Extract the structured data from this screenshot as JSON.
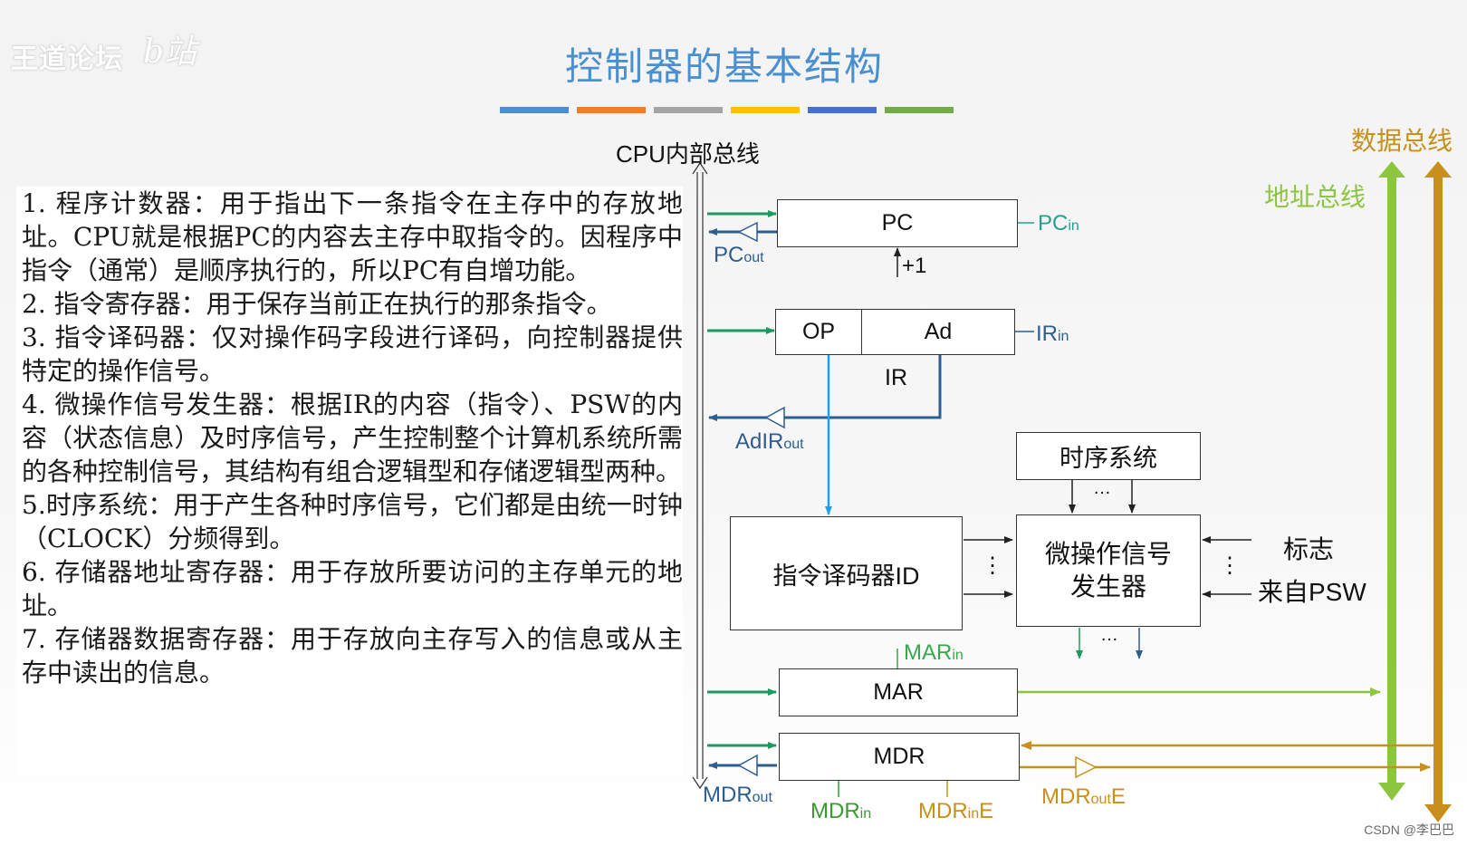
{
  "logo": {
    "brand": "王道论坛",
    "scribble": "b站"
  },
  "title": "控制器的基本结构",
  "title_bars": [
    "#4a8fd0",
    "#ed7d31",
    "#a5a5a5",
    "#ffc000",
    "#4472c4",
    "#70ad47"
  ],
  "description": [
    "1. 程序计数器：用于指出下一条指令在主存中的存放地址。CPU就是根据PC的内容去主存中取指令的。因程序中指令（通常）是顺序执行的，所以PC有自增功能。",
    "2. 指令寄存器：用于保存当前正在执行的那条指令。",
    "3. 指令译码器：仅对操作码字段进行译码，向控制器提供特定的操作信号。",
    "4. 微操作信号发生器：根据IR的内容（指令）、PSW的内容（状态信息）及时序信号，产生控制整个计算机系统所需的各种控制信号，其结构有组合逻辑型和存储逻辑型两种。",
    "5.时序系统：用于产生各种时序信号，它们都是由统一时钟（CLOCK）分频得到。",
    "6. 存储器地址寄存器：用于存放所要访问的主存单元的地址。",
    "7. 存储器数据寄存器：用于存放向主存写入的信息或从主存中读出的信息。"
  ],
  "diagram": {
    "cpu_bus": "CPU内部总线",
    "data_bus": "数据总线",
    "addr_bus": "地址总线",
    "pc": "PC",
    "pc_in": "PC",
    "pc_in_sub": "in",
    "pc_out": "PC",
    "pc_out_sub": "out",
    "plus_one": "+1",
    "op": "OP",
    "ad": "Ad",
    "ir": "IR",
    "ir_in": "IR",
    "ir_in_sub": "in",
    "ad_ir_out": "AdIR",
    "ad_ir_out_sub": "out",
    "timing": "时序系统",
    "decoder": "指令译码器ID",
    "micro_gen_1": "微操作信号",
    "micro_gen_2": "发生器",
    "flag_1": "标志",
    "flag_2": "来自PSW",
    "ellipsis": "…",
    "vdots": "⋮",
    "mar": "MAR",
    "mar_in": "MAR",
    "mar_in_sub": "in",
    "mdr": "MDR",
    "mdr_out": "MDR",
    "mdr_out_sub": "out",
    "mdr_in": "MDR",
    "mdr_in_sub": "in",
    "mdr_in_e": "MDR",
    "mdr_in_e_sub": "in",
    "mdr_in_e_suffix": "E",
    "mdr_out_e": "MDR",
    "mdr_out_e_sub": "out",
    "mdr_out_e_suffix": "E"
  },
  "colors": {
    "title": "#4a8fd0",
    "green_signal": "#1a9a5c",
    "navy_signal": "#2e5d8f",
    "ir_blue": "#1aa3e8",
    "addr_bus": "#8cc63f",
    "data_bus": "#c8901a",
    "pc_label": "#2a9d8f",
    "mar_label": "#38a84c",
    "mdr_in_label": "#3a9a30",
    "mdr_e_label": "#c8901a"
  },
  "watermark": "CSDN @李巴巴"
}
